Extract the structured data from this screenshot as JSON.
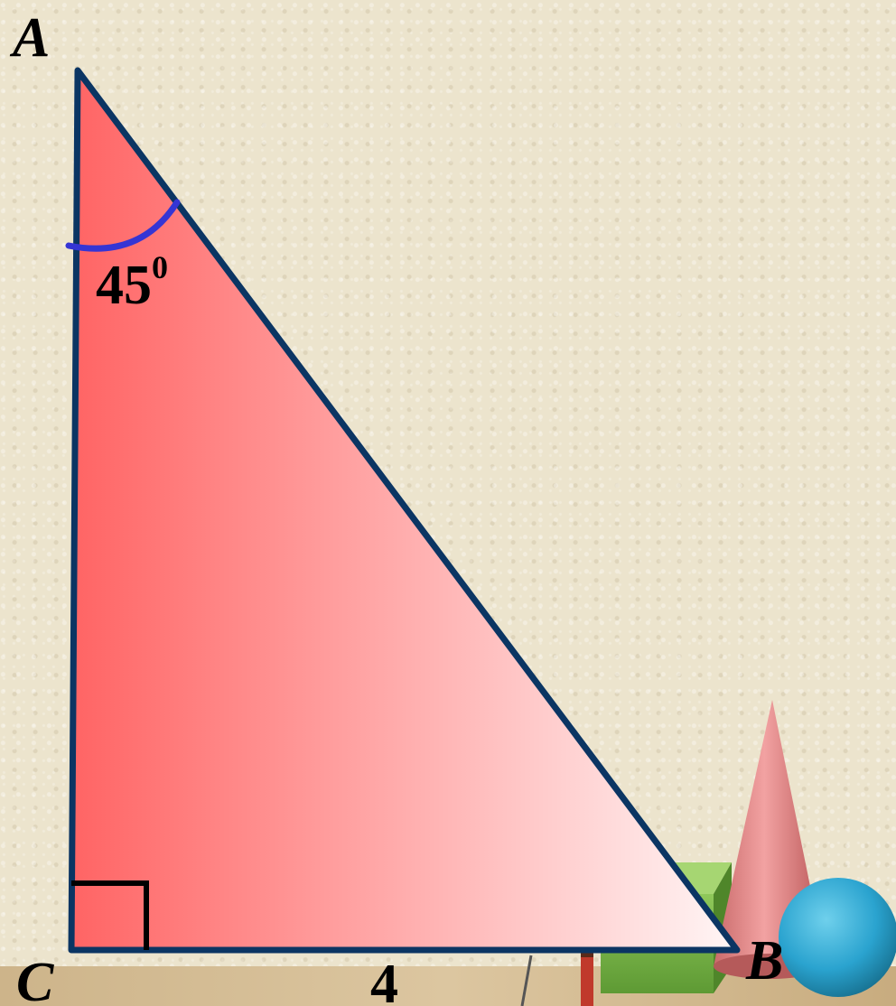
{
  "diagram": {
    "vertices": {
      "a": "A",
      "b": "B",
      "c": "C"
    },
    "angle_label": {
      "value": "45",
      "superscript": "0"
    },
    "side_label": "4"
  },
  "colors": {
    "triangle_fill_start": "#ff6464",
    "triangle_fill_end": "#fff6f6",
    "triangle_stroke": "#0b3563",
    "angle_arc": "#3535d4",
    "right_angle_mark": "#000000",
    "background": "#ece4cd"
  }
}
